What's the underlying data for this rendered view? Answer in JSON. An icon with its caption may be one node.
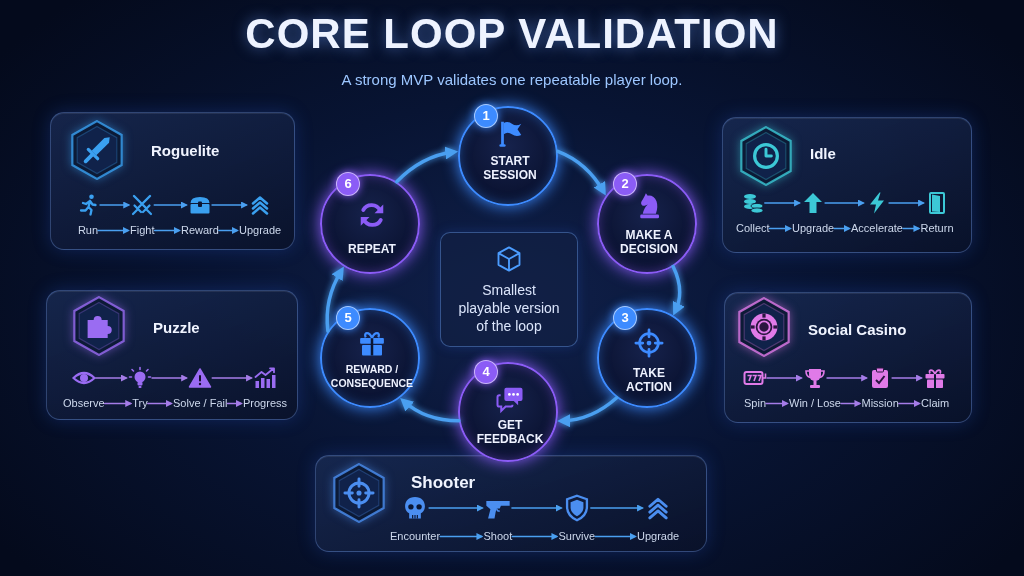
{
  "diagram": {
    "title": "CORE LOOP VALIDATION",
    "nodes": [
      {
        "text": [
          "1",
          "START SESSION"
        ]
      },
      {
        "text": [
          "2",
          "MAKE A DECISION"
        ]
      },
      {
        "text": [
          "3",
          "TAKE ACTION"
        ]
      },
      {
        "text": [
          "4",
          "GET FEEDBACK"
        ]
      },
      {
        "text": [
          "5",
          "REWARD / CONSEQUENCE"
        ]
      },
      {
        "text": [
          "6",
          "REPEAT"
        ]
      },
      {
        "text": [
          "Smallest playable version of the loop"
        ]
      },
      {
        "text": [
          "Roguelite"
        ]
      },
      {
        "text": [
          "Run"
        ],
        "in": 7
      },
      {
        "text": [
          "Fight"
        ],
        "in": 7
      },
      {
        "text": [
          "Reward"
        ],
        "in": 7
      },
      {
        "text": [
          "Upgrade"
        ],
        "in": 7
      },
      {
        "text": [
          "Idle"
        ]
      },
      {
        "text": [
          "Collect"
        ],
        "in": 12
      },
      {
        "text": [
          "Upgrade"
        ],
        "in": 12
      },
      {
        "text": [
          "Accelerate"
        ],
        "in": 12
      },
      {
        "text": [
          "Return"
        ],
        "in": 12
      },
      {
        "text": [
          "Puzzle"
        ]
      },
      {
        "text": [
          "Observe"
        ],
        "in": 17
      },
      {
        "text": [
          "Try"
        ],
        "in": 17
      },
      {
        "text": [
          "Solve / Fail"
        ],
        "in": 17
      },
      {
        "text": [
          "Progress"
        ],
        "in": 17
      },
      {
        "text": [
          "Social Casino"
        ]
      },
      {
        "text": [
          "Spin"
        ],
        "in": 22
      },
      {
        "text": [
          "Win / Lose"
        ],
        "in": 22
      },
      {
        "text": [
          "Mission"
        ],
        "in": 22
      },
      {
        "text": [
          "Claim"
        ],
        "in": 22
      },
      {
        "text": [
          "Shooter"
        ]
      },
      {
        "text": [
          "Encounter"
        ],
        "in": 27
      },
      {
        "text": [
          "Shoot"
        ],
        "in": 27
      },
      {
        "text": [
          "Survive"
        ],
        "in": 27
      },
      {
        "text": [
          "Upgrade"
        ],
        "in": 27
      }
    ],
    "edges": [
      {
        "from": 0,
        "to": 1,
        "arrow": "to",
        "style": "thick"
      },
      {
        "from": 1,
        "to": 2,
        "arrow": "to",
        "style": "thick"
      },
      {
        "from": 2,
        "to": 3,
        "arrow": "to",
        "style": "thick"
      },
      {
        "from": 3,
        "to": 4,
        "arrow": "to",
        "style": "thick"
      },
      {
        "from": 4,
        "to": 5,
        "arrow": "to",
        "style": "thick"
      },
      {
        "from": 5,
        "to": 0,
        "arrow": "to",
        "style": "thick"
      },
      {
        "from": 8,
        "to": 9,
        "arrow": "to"
      },
      {
        "from": 8,
        "to": 9,
        "arrow": "to"
      },
      {
        "from": 9,
        "to": 10,
        "arrow": "to"
      },
      {
        "from": 9,
        "to": 10,
        "arrow": "to"
      },
      {
        "from": 10,
        "to": 11,
        "arrow": "to"
      },
      {
        "from": 10,
        "to": 11,
        "arrow": "to"
      },
      {
        "from": 13,
        "to": 14,
        "arrow": "to"
      },
      {
        "from": 13,
        "to": 14,
        "arrow": "to"
      },
      {
        "from": 14,
        "to": 15,
        "arrow": "to"
      },
      {
        "from": 14,
        "to": 15,
        "arrow": "to"
      },
      {
        "from": 15,
        "to": 16,
        "arrow": "to"
      },
      {
        "from": 15,
        "to": 16,
        "arrow": "to"
      },
      {
        "from": 18,
        "to": 19,
        "arrow": "to",
        "color": "#a57ce8"
      },
      {
        "from": 18,
        "to": 19,
        "arrow": "to",
        "color": "#a57ce8"
      },
      {
        "from": 19,
        "to": 20,
        "arrow": "to",
        "color": "#a57ce8"
      },
      {
        "from": 19,
        "to": 20,
        "arrow": "to",
        "color": "#a57ce8"
      },
      {
        "from": 20,
        "to": 21,
        "arrow": "to",
        "color": "#a57ce8"
      },
      {
        "from": 20,
        "to": 21,
        "arrow": "to",
        "color": "#a57ce8"
      },
      {
        "from": 23,
        "to": 24,
        "arrow": "to",
        "color": "#a57ce8"
      },
      {
        "from": 23,
        "to": 24,
        "arrow": "to",
        "color": "#a57ce8"
      },
      {
        "from": 24,
        "to": 25,
        "arrow": "to",
        "color": "#a57ce8"
      },
      {
        "from": 24,
        "to": 25,
        "arrow": "to",
        "color": "#a57ce8"
      },
      {
        "from": 25,
        "to": 26,
        "arrow": "to",
        "color": "#a57ce8"
      },
      {
        "from": 25,
        "to": 26,
        "arrow": "to",
        "color": "#a57ce8"
      },
      {
        "from": 28,
        "to": 29,
        "arrow": "to"
      },
      {
        "from": 28,
        "to": 29,
        "arrow": "to"
      },
      {
        "from": 29,
        "to": 30,
        "arrow": "to"
      },
      {
        "from": 29,
        "to": 30,
        "arrow": "to"
      },
      {
        "from": 30,
        "to": 31,
        "arrow": "to"
      },
      {
        "from": 30,
        "to": 31,
        "arrow": "to"
      }
    ],
    "labels": [
      "A strong MVP validates one repeatable player loop."
    ]
  }
}
